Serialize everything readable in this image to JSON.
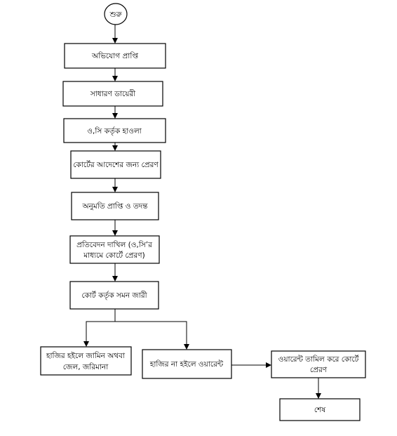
{
  "nodes": {
    "start": "শুরু",
    "complaint": "অভিযোগ প্রাপ্তি",
    "general_diary": "সাধারণ ডায়েরী",
    "oc_custody": "ও,সি কর্তৃক হাওলা",
    "court_order": "কোর্টের আদেশের জন্য প্রেরণ",
    "permission": "অনুমতি প্রাপ্তি ও তদন্ত",
    "report_line1": "প্রতিবেদন দাখিল (ও,সি’র",
    "report_line2": "মাধ্যমে কোর্টে প্রেরণ)",
    "summons": "কোর্ট কর্তৃক সমন জারী",
    "present_line1": "হাজির হইলে জামিন অথবা",
    "present_line2": "জেল, জরিমানা",
    "absent": "হাজির না হইলে ওয়ারেন্ট",
    "warrant_line1": "ওয়ারেন্ট তামিল করে কোর্টে",
    "warrant_line2": "প্রেরণ",
    "end": "শেষ"
  }
}
